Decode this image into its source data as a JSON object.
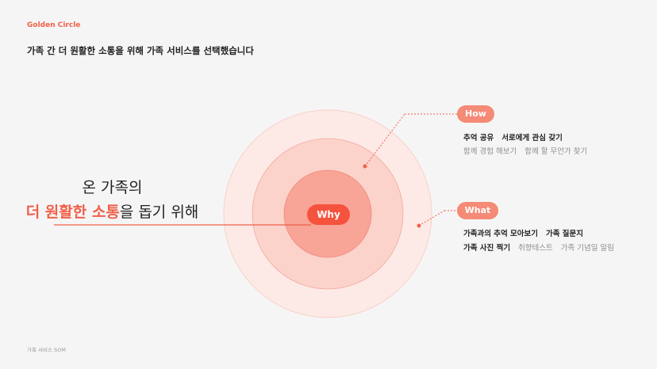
{
  "header": {
    "eyebrow": "Golden Circle",
    "headline": "가족 간 더 원활한 소통을 위해 가족 서비스를 선택했습니다"
  },
  "slogan": {
    "line1": "온 가족의",
    "line2_highlight": "더 원활한 소통",
    "line2_rest": "을 돕기 위해"
  },
  "golden_circle": {
    "why": {
      "label": "Why"
    },
    "how": {
      "label": "How",
      "primary": [
        "추억 공유",
        "서로에게 관심 갖기"
      ],
      "secondary": [
        "함께 경험 해보기",
        "함께 할 무언가 찾기"
      ]
    },
    "what": {
      "label": "What",
      "row1": [
        "가족과의 추억 모아보기",
        "가족 질문지"
      ],
      "row2_primary": "가족 사진 찍기",
      "row2_secondary": [
        "취향테스트",
        "가족 기념일 알림"
      ]
    }
  },
  "footer": {
    "text": "가족 서비스 SOM"
  },
  "colors": {
    "accent": "#f0604a",
    "why_fill": "#f5533d",
    "pill_fill": "#f58a76",
    "outer_ring": "#fde9e6",
    "middle_ring": "#fbd0c8",
    "inner_ring": "#f7a294"
  }
}
